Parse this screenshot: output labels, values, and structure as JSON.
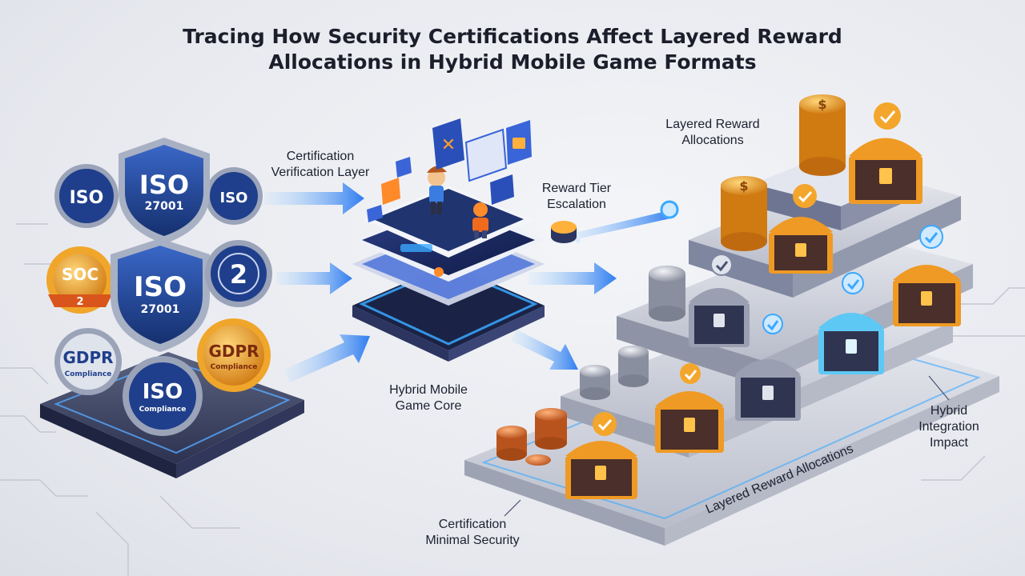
{
  "title": {
    "line1": "Tracing How Security Certifications Affect Layered Reward",
    "line2": "Allocations in Hybrid Mobile Game Formats"
  },
  "labels": {
    "cert_verification": [
      "Certification",
      "Verification Layer"
    ],
    "reward_tier": [
      "Reward Tier",
      "Escalation"
    ],
    "layered_top": [
      "Layered Reward",
      "Allocations"
    ],
    "game_core": [
      "Hybrid Mobile",
      "Game Core"
    ],
    "hybrid_impact": [
      "Hybrid",
      "Integration",
      "Impact"
    ],
    "layered_bottom": "Layered Reward Allocations",
    "cert_minimal": [
      "Certification",
      "Minimal Security"
    ]
  },
  "badges": {
    "iso_small_left": "ISO",
    "iso_shield_top": "ISO",
    "iso_shield_top_sub": "27001",
    "iso_small_right": "ISO",
    "soc": "SOC",
    "soc_sub": "2",
    "iso_shield_mid": "ISO",
    "iso_shield_mid_sub": "27001",
    "two_badge": "2",
    "gdpr_left": "GDPR",
    "gdpr_left_sub": "Compliance",
    "gdpr_right": "GDPR",
    "gdpr_right_sub": "Compliance",
    "iso_bottom": "ISO",
    "iso_bottom_sub": "Compliance"
  },
  "colors": {
    "navy": "#1f3f8c",
    "gold": "#e99a1f",
    "orange": "#e0651e",
    "cyan": "#3aa8ff",
    "platform": "#c9ccd6",
    "chest": "#4a2f2a"
  }
}
